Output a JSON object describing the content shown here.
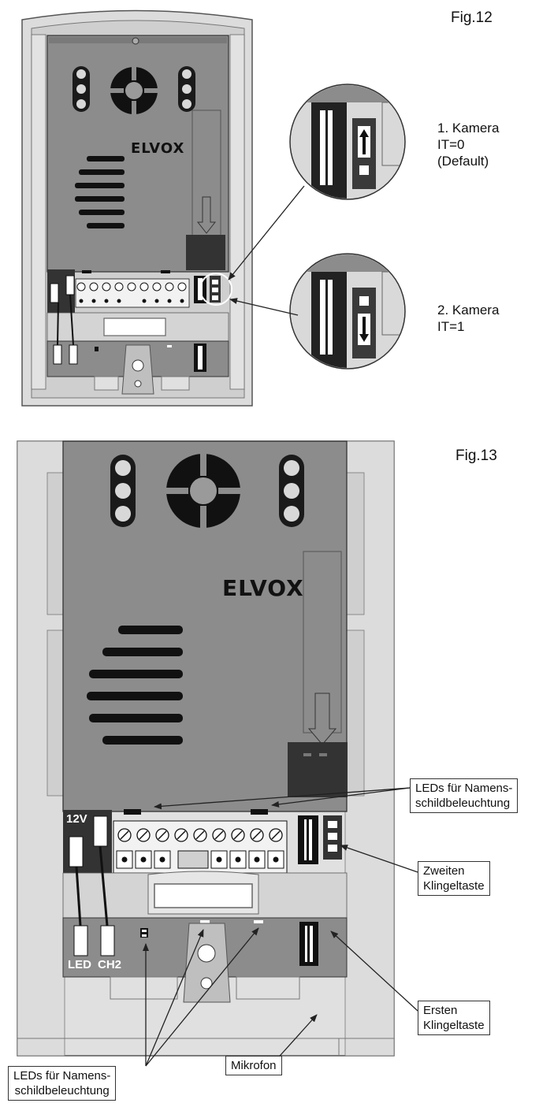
{
  "fig12": {
    "title": "Fig.12",
    "logo": "ELVOX",
    "camera1": {
      "line1": "1. Kamera",
      "line2": "IT=0",
      "line3": "(Default)"
    },
    "camera2": {
      "line1": "2. Kamera",
      "line2": "IT=1"
    }
  },
  "fig13": {
    "title": "Fig.13",
    "logo": "ELVOX",
    "board_labels": {
      "v12": "12V",
      "led": "LED",
      "ch2": "CH2"
    },
    "callouts": {
      "leds_top": {
        "line1": "LEDs für Namens-",
        "line2": "schildbeleuchtung"
      },
      "second_button": {
        "line1": "Zweiten",
        "line2": "Klingeltaste"
      },
      "first_button": {
        "line1": "Ersten",
        "line2": "Klingeltaste"
      },
      "microphone": "Mikrofon",
      "leds_bottom": {
        "line1": "LEDs für Namens-",
        "line2": "schildbeleuchtung"
      }
    }
  },
  "colors": {
    "housing": "#d9d9d9",
    "panel": "#8c8c8c",
    "dark": "#2b2b2b",
    "outline": "#444444"
  }
}
